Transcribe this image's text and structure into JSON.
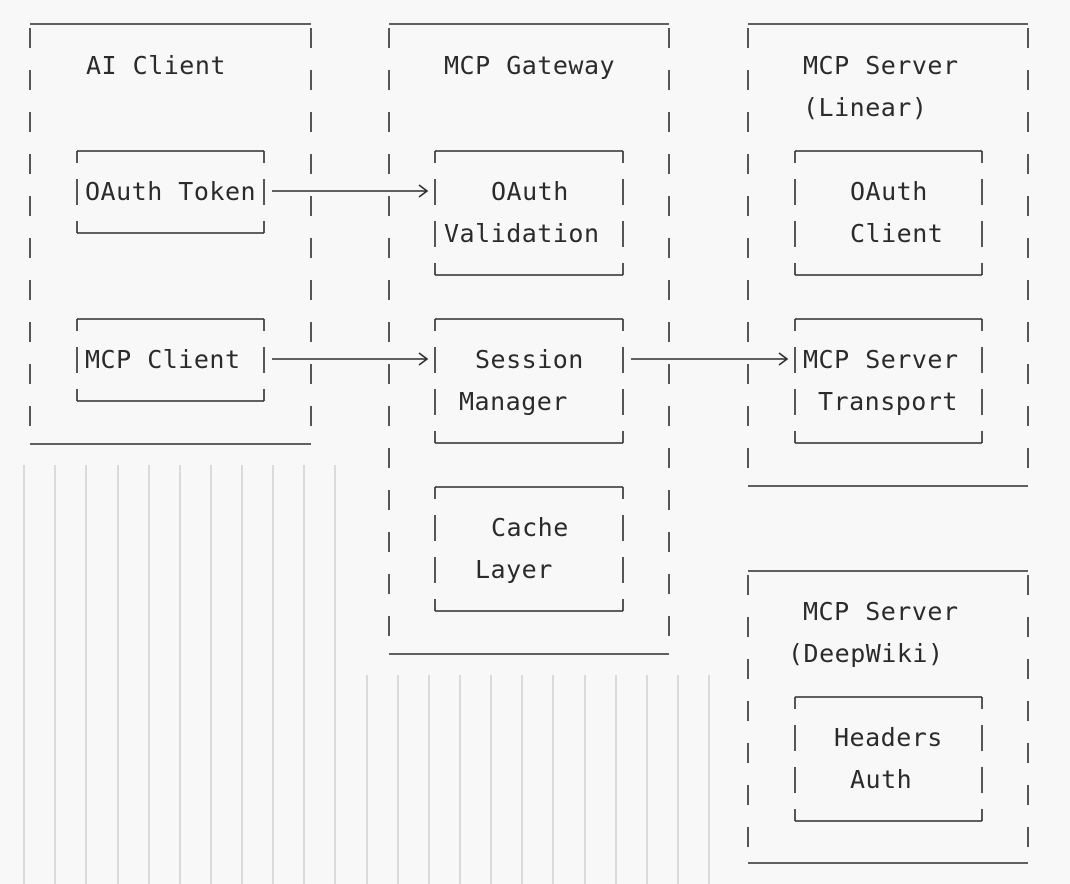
{
  "containers": {
    "ai_client": {
      "title": [
        "AI Client"
      ]
    },
    "mcp_gateway": {
      "title": [
        "MCP Gateway"
      ]
    },
    "mcp_server_linear": {
      "title": [
        "MCP Server",
        "(Linear)"
      ]
    },
    "mcp_server_deepwiki": {
      "title": [
        "MCP Server",
        "(DeepWiki)"
      ]
    }
  },
  "components": {
    "oauth_token": [
      "OAuth Token"
    ],
    "mcp_client": [
      "MCP Client"
    ],
    "oauth_validation": [
      "OAuth",
      "Validation"
    ],
    "session_manager": [
      "Session",
      "Manager"
    ],
    "cache_layer": [
      "Cache",
      "Layer"
    ],
    "oauth_client": [
      "OAuth",
      "Client"
    ],
    "mcp_server_transport": [
      "MCP Server",
      "Transport"
    ],
    "headers_auth": [
      "Headers",
      "Auth"
    ]
  },
  "colors": {
    "background": "#f8f8f8",
    "ink": "#2e2e2e",
    "filler": "#d2d2d2"
  }
}
